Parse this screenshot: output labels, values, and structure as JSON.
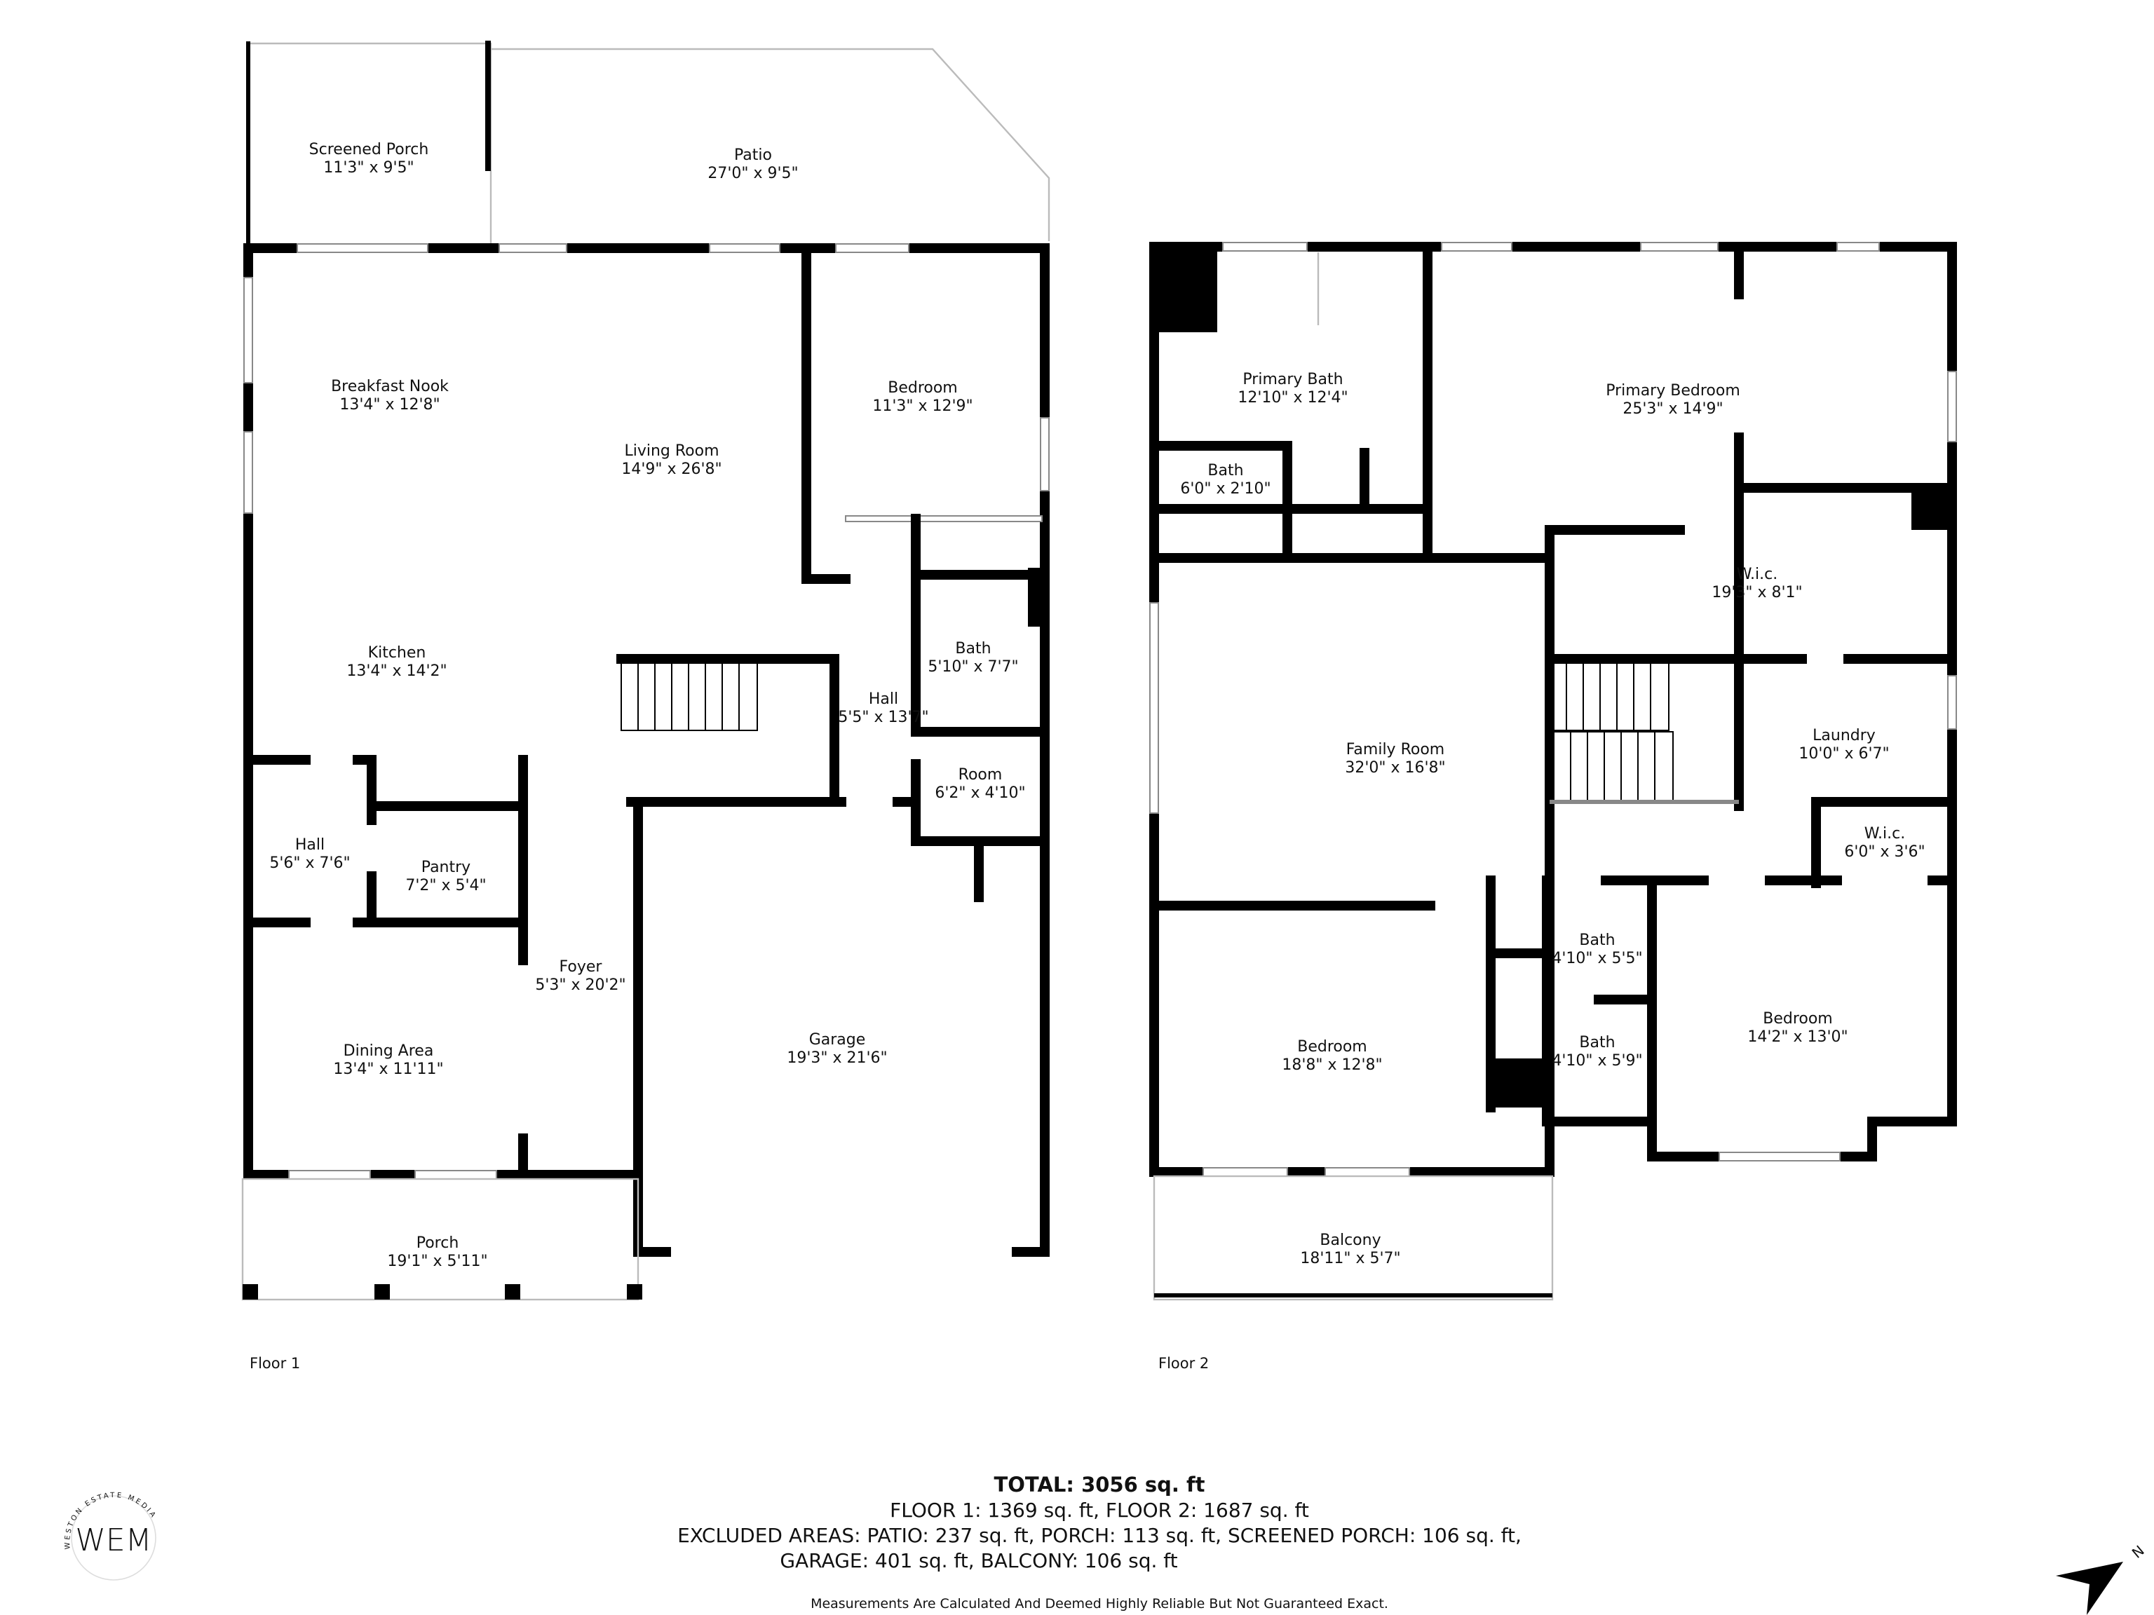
{
  "floor1": {
    "label": "Floor 1",
    "rooms": [
      {
        "name": "Screened Porch",
        "size": "11'3\" x 9'5\""
      },
      {
        "name": "Patio",
        "size": "27'0\" x 9'5\""
      },
      {
        "name": "Breakfast Nook",
        "size": "13'4\" x 12'8\""
      },
      {
        "name": "Living Room",
        "size": "14'9\" x 26'8\""
      },
      {
        "name": "Bedroom",
        "size": "11'3\" x 12'9\""
      },
      {
        "name": "Kitchen",
        "size": "13'4\" x 14'2\""
      },
      {
        "name": "Bath",
        "size": "5'10\" x 7'7\""
      },
      {
        "name": "Hall",
        "size": "5'5\" x 13'7\""
      },
      {
        "name": "Room",
        "size": "6'2\" x 4'10\""
      },
      {
        "name": "Hall",
        "size": "5'6\" x 7'6\""
      },
      {
        "name": "Pantry",
        "size": "7'2\" x 5'4\""
      },
      {
        "name": "Foyer",
        "size": "5'3\" x 20'2\""
      },
      {
        "name": "Dining Area",
        "size": "13'4\" x 11'11\""
      },
      {
        "name": "Garage",
        "size": "19'3\" x 21'6\""
      },
      {
        "name": "Porch",
        "size": "19'1\" x 5'11\""
      }
    ]
  },
  "floor2": {
    "label": "Floor 2",
    "rooms": [
      {
        "name": "Primary Bath",
        "size": "12'10\" x 12'4\""
      },
      {
        "name": "Primary Bedroom",
        "size": "25'3\" x 14'9\""
      },
      {
        "name": "Bath",
        "size": "6'0\" x 2'10\""
      },
      {
        "name": "W.i.c.",
        "size": "19'3\" x 8'1\""
      },
      {
        "name": "Family Room",
        "size": "32'0\" x 16'8\""
      },
      {
        "name": "Laundry",
        "size": "10'0\" x 6'7\""
      },
      {
        "name": "W.i.c.",
        "size": "6'0\" x 3'6\""
      },
      {
        "name": "Bath",
        "size": "4'10\" x 5'5\""
      },
      {
        "name": "Bath",
        "size": "4'10\" x 5'9\""
      },
      {
        "name": "Bedroom",
        "size": "18'8\" x 12'8\""
      },
      {
        "name": "Bedroom",
        "size": "14'2\" x 13'0\""
      },
      {
        "name": "Balcony",
        "size": "18'11\" x 5'7\""
      }
    ]
  },
  "summary": {
    "total": "TOTAL: 3056 sq. ft",
    "floors": "FLOOR 1: 1369 sq. ft, FLOOR 2: 1687 sq. ft",
    "excluded_line1": "EXCLUDED AREAS: PATIO: 237 sq. ft, PORCH: 113 sq. ft, SCREENED PORCH: 106 sq. ft,",
    "excluded_line2": "GARAGE: 401 sq. ft, BALCONY: 106 sq. ft",
    "disclaimer": "Measurements Are Calculated And Deemed Highly Reliable But Not Guaranteed Exact."
  },
  "logo": {
    "initials": "WEM",
    "arc_text": "WESTON ESTATE MEDIA"
  },
  "compass": {
    "label": "N",
    "icon": "north-arrow-icon"
  }
}
